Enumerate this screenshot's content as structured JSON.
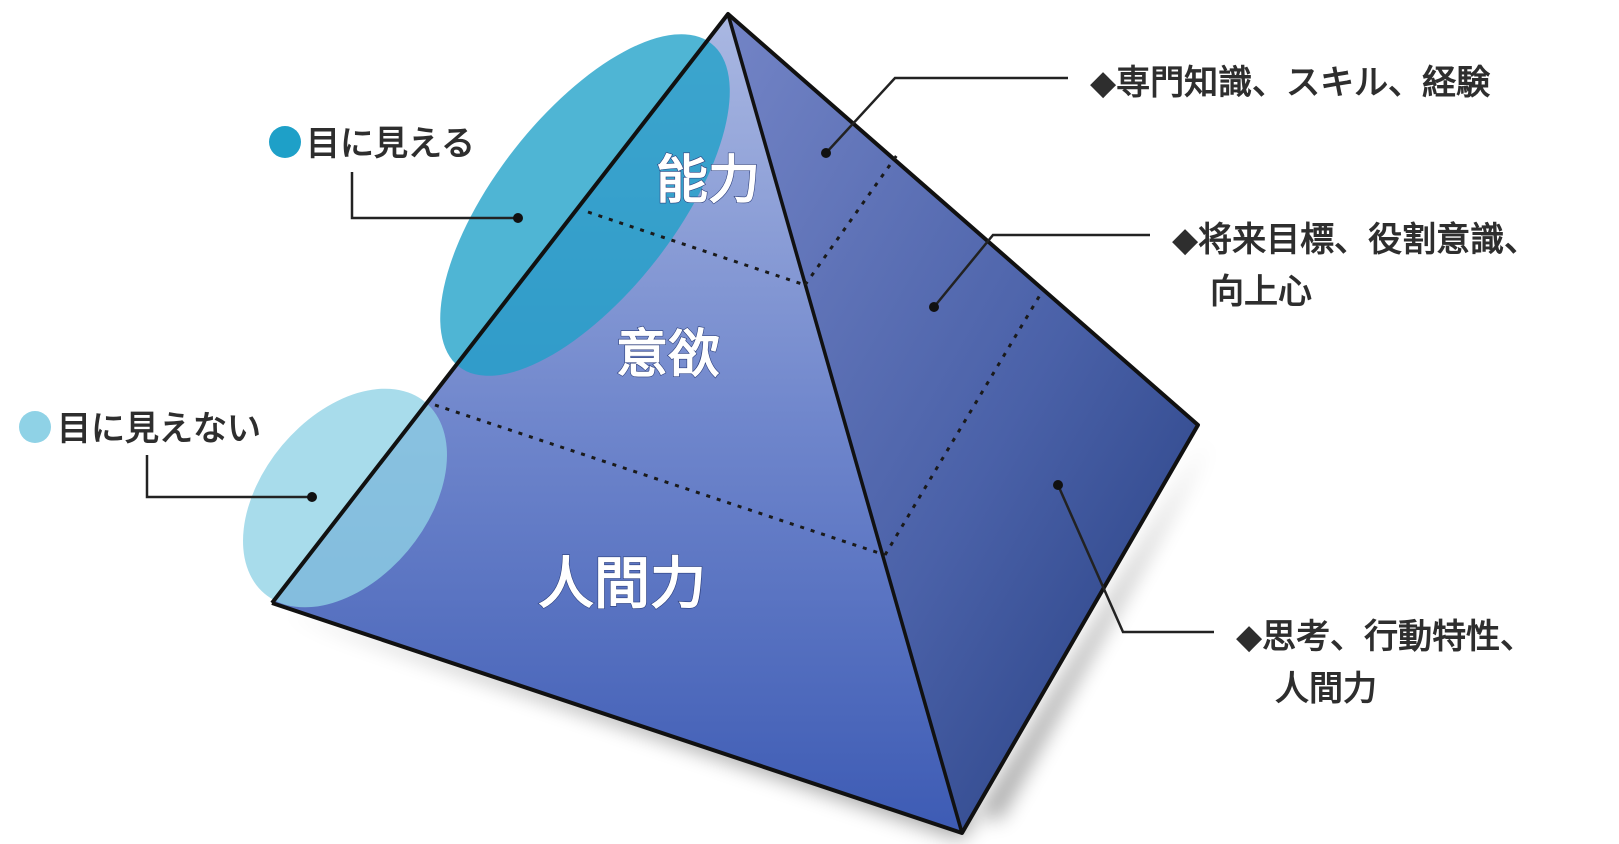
{
  "colors": {
    "visible_accent": "#1ea0c8",
    "invisible_accent": "#8fd2e6",
    "pyramid_front_top": "#a6b4e0",
    "pyramid_front_bottom": "#3f5db5",
    "pyramid_side_top": "#6a7bc2",
    "pyramid_side_bottom": "#253f82",
    "note_marker": "#1d2b66",
    "line": "#222222"
  },
  "pyramid": {
    "layers": [
      {
        "label": "能力"
      },
      {
        "label": "意欲"
      },
      {
        "label": "人間力"
      }
    ]
  },
  "legend": {
    "visible": {
      "label": "目に見える"
    },
    "invisible": {
      "label": "目に見えない"
    }
  },
  "notes": [
    {
      "lines": [
        "◆専門知識、スキル、経験"
      ]
    },
    {
      "lines": [
        "◆将来目標、役割意識、",
        "向上心"
      ]
    },
    {
      "lines": [
        "◆思考、行動特性、",
        "人間力"
      ]
    }
  ]
}
